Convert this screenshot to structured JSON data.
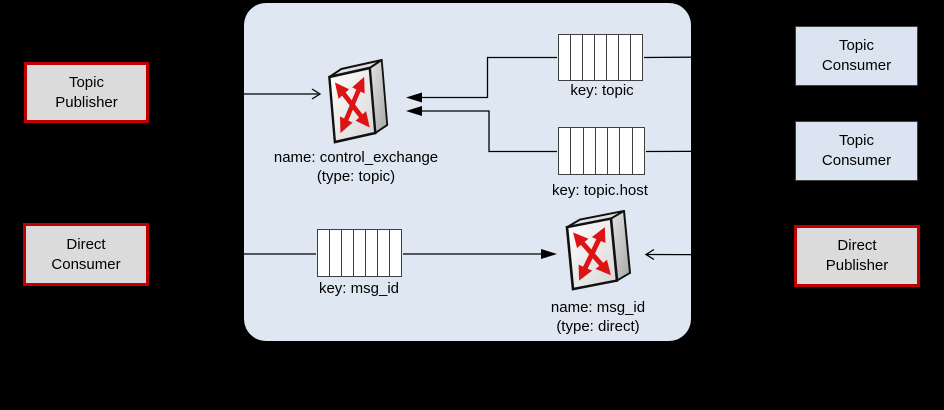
{
  "boxes": {
    "topic_publisher": {
      "label": "Topic\nPublisher"
    },
    "direct_consumer": {
      "label": "Direct\nConsumer"
    },
    "topic_consumer_1": {
      "label": "Topic\nConsumer"
    },
    "topic_consumer_2": {
      "label": "Topic\nConsumer"
    },
    "direct_publisher": {
      "label": "Direct\nPublisher"
    }
  },
  "exchanges": {
    "control": {
      "name": "name: control_exchange",
      "type": "(type: topic)"
    },
    "direct": {
      "name": "name: msg_id",
      "type": "(type: direct)"
    }
  },
  "queues": {
    "topic": {
      "label": "key: topic",
      "cells": 7
    },
    "topic_host": {
      "label": "key: topic.host",
      "cells": 7
    },
    "msg_id": {
      "label": "key: msg_id",
      "cells": 7
    }
  },
  "colors": {
    "canvas_background": "#000000",
    "broker_zone_fill": "#dee7f2",
    "consumer_box_fill": "#dbe5f1",
    "publisher_box_fill": "#dbdbdb",
    "accent_red_border": "#c00000",
    "connector_line": "#000000",
    "exchange_arrow_red": "#dd1414",
    "queue_fill": "#ffffff"
  }
}
